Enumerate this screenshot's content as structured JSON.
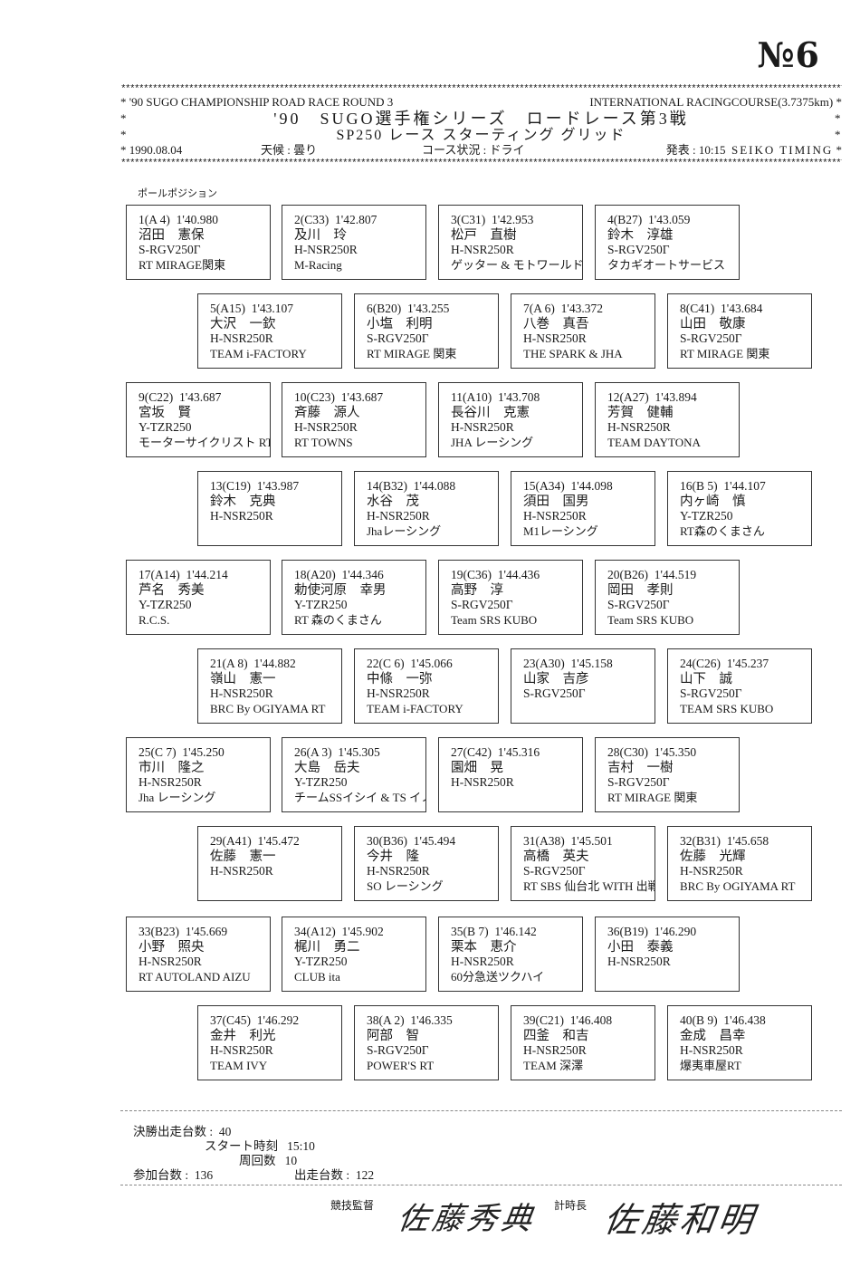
{
  "document_number": "№6",
  "border_char": "*",
  "header": {
    "event_en": "'90 SUGO CHAMPIONSHIP ROAD RACE ROUND 3",
    "course": "INTERNATIONAL RACINGCOURSE(3.7375km)",
    "title_jp": "'90　SUGO選手権シリーズ　ロードレース第3戦",
    "subtitle_jp": "SP250 レース スターティング グリッド",
    "date": "1990.08.04",
    "weather": "天候 : 曇り",
    "track_condition": "コース状況 : ドライ",
    "announced": "発表 : 10:15",
    "timing": "SEIKO TIMING"
  },
  "pole_label": "ポールポジション",
  "grid": [
    {
      "pos": "1",
      "car": "A 4",
      "time": "1'40.980",
      "rider": "沼田　憲保",
      "machine": "S-RGV250Γ",
      "team": "RT MIRAGE関東"
    },
    {
      "pos": "2",
      "car": "C33",
      "time": "1'42.807",
      "rider": "及川　玲",
      "machine": "H-NSR250R",
      "team": "M-Racing"
    },
    {
      "pos": "3",
      "car": "C31",
      "time": "1'42.953",
      "rider": "松戸　直樹",
      "machine": "H-NSR250R",
      "team": "ゲッター & モトワールド"
    },
    {
      "pos": "4",
      "car": "B27",
      "time": "1'43.059",
      "rider": "鈴木　淳雄",
      "machine": "S-RGV250Γ",
      "team": "タカギオートサービス"
    },
    {
      "pos": "5",
      "car": "A15",
      "time": "1'43.107",
      "rider": "大沢　一欽",
      "machine": "H-NSR250R",
      "team": "TEAM i-FACTORY"
    },
    {
      "pos": "6",
      "car": "B20",
      "time": "1'43.255",
      "rider": "小塩　利明",
      "machine": "S-RGV250Γ",
      "team": "RT MIRAGE 関東"
    },
    {
      "pos": "7",
      "car": "A 6",
      "time": "1'43.372",
      "rider": "八巻　真吾",
      "machine": "H-NSR250R",
      "team": "THE SPARK & JHA"
    },
    {
      "pos": "8",
      "car": "C41",
      "time": "1'43.684",
      "rider": "山田　敬康",
      "machine": "S-RGV250Γ",
      "team": "RT MIRAGE 関東"
    },
    {
      "pos": "9",
      "car": "C22",
      "time": "1'43.687",
      "rider": "宮坂　賢",
      "machine": "Y-TZR250",
      "team": "モーターサイクリスト RT"
    },
    {
      "pos": "10",
      "car": "C23",
      "time": "1'43.687",
      "rider": "斉藤　源人",
      "machine": "H-NSR250R",
      "team": "RT TOWNS"
    },
    {
      "pos": "11",
      "car": "A10",
      "time": "1'43.708",
      "rider": "長谷川　克憲",
      "machine": "H-NSR250R",
      "team": "JHA レーシング"
    },
    {
      "pos": "12",
      "car": "A27",
      "time": "1'43.894",
      "rider": "芳賀　健輔",
      "machine": "H-NSR250R",
      "team": "TEAM DAYTONA"
    },
    {
      "pos": "13",
      "car": "C19",
      "time": "1'43.987",
      "rider": "鈴木　克典",
      "machine": "H-NSR250R",
      "team": ""
    },
    {
      "pos": "14",
      "car": "B32",
      "time": "1'44.088",
      "rider": "水谷　茂",
      "machine": "H-NSR250R",
      "team": "Jhaレーシング"
    },
    {
      "pos": "15",
      "car": "A34",
      "time": "1'44.098",
      "rider": "須田　国男",
      "machine": "H-NSR250R",
      "team": "M1レーシング"
    },
    {
      "pos": "16",
      "car": "B 5",
      "time": "1'44.107",
      "rider": "内ヶ崎　慎",
      "machine": "Y-TZR250",
      "team": "RT森のくまさん"
    },
    {
      "pos": "17",
      "car": "A14",
      "time": "1'44.214",
      "rider": "芦名　秀美",
      "machine": "Y-TZR250",
      "team": "R.C.S."
    },
    {
      "pos": "18",
      "car": "A20",
      "time": "1'44.346",
      "rider": "勅使河原　幸男",
      "machine": "Y-TZR250",
      "team": "RT 森のくまさん"
    },
    {
      "pos": "19",
      "car": "C36",
      "time": "1'44.436",
      "rider": "高野　淳",
      "machine": "S-RGV250Γ",
      "team": "Team SRS KUBO"
    },
    {
      "pos": "20",
      "car": "B26",
      "time": "1'44.519",
      "rider": "岡田　孝則",
      "machine": "S-RGV250Γ",
      "team": "Team SRS KUBO"
    },
    {
      "pos": "21",
      "car": "A 8",
      "time": "1'44.882",
      "rider": "嶺山　憲一",
      "machine": "H-NSR250R",
      "team": "BRC By OGIYAMA RT"
    },
    {
      "pos": "22",
      "car": "C 6",
      "time": "1'45.066",
      "rider": "中條　一弥",
      "machine": "H-NSR250R",
      "team": "TEAM i-FACTORY"
    },
    {
      "pos": "23",
      "car": "A30",
      "time": "1'45.158",
      "rider": "山家　吉彦",
      "machine": "S-RGV250Γ",
      "team": ""
    },
    {
      "pos": "24",
      "car": "C26",
      "time": "1'45.237",
      "rider": "山下　誠",
      "machine": "S-RGV250Γ",
      "team": "TEAM SRS KUBO"
    },
    {
      "pos": "25",
      "car": "C 7",
      "time": "1'45.250",
      "rider": "市川　隆之",
      "machine": "H-NSR250R",
      "team": "Jha レーシング"
    },
    {
      "pos": "26",
      "car": "A 3",
      "time": "1'45.305",
      "rider": "大島　岳夫",
      "machine": "Y-TZR250",
      "team": "チームSSイシイ & TS イノウエ"
    },
    {
      "pos": "27",
      "car": "C42",
      "time": "1'45.316",
      "rider": "園畑　晃",
      "machine": "H-NSR250R",
      "team": ""
    },
    {
      "pos": "28",
      "car": "C30",
      "time": "1'45.350",
      "rider": "吉村　一樹",
      "machine": "S-RGV250Γ",
      "team": "RT MIRAGE 関東"
    },
    {
      "pos": "29",
      "car": "A41",
      "time": "1'45.472",
      "rider": "佐藤　憲一",
      "machine": "H-NSR250R",
      "team": ""
    },
    {
      "pos": "30",
      "car": "B36",
      "time": "1'45.494",
      "rider": "今井　隆",
      "machine": "H-NSR250R",
      "team": "SO レーシング"
    },
    {
      "pos": "31",
      "car": "A38",
      "time": "1'45.501",
      "rider": "高橋　英夫",
      "machine": "S-RGV250Γ",
      "team": "RT SBS 仙台北 WITH 出戦ｮ"
    },
    {
      "pos": "32",
      "car": "B31",
      "time": "1'45.658",
      "rider": "佐藤　光輝",
      "machine": "H-NSR250R",
      "team": "BRC By OGIYAMA RT"
    },
    {
      "pos": "33",
      "car": "B23",
      "time": "1'45.669",
      "rider": "小野　照央",
      "machine": "H-NSR250R",
      "team": "RT AUTOLAND AIZU"
    },
    {
      "pos": "34",
      "car": "A12",
      "time": "1'45.902",
      "rider": "梶川　勇二",
      "machine": "Y-TZR250",
      "team": "CLUB ita"
    },
    {
      "pos": "35",
      "car": "B 7",
      "time": "1'46.142",
      "rider": "栗本　恵介",
      "machine": "H-NSR250R",
      "team": "60分急送ツクハイ"
    },
    {
      "pos": "36",
      "car": "B19",
      "time": "1'46.290",
      "rider": "小田　泰義",
      "machine": "H-NSR250R",
      "team": ""
    },
    {
      "pos": "37",
      "car": "C45",
      "time": "1'46.292",
      "rider": "金井　利光",
      "machine": "H-NSR250R",
      "team": "TEAM IVY"
    },
    {
      "pos": "38",
      "car": "A 2",
      "time": "1'46.335",
      "rider": "阿部　智",
      "machine": "S-RGV250Γ",
      "team": "POWER'S RT"
    },
    {
      "pos": "39",
      "car": "C21",
      "time": "1'46.408",
      "rider": "四釜　和吉",
      "machine": "H-NSR250R",
      "team": "TEAM 深澤"
    },
    {
      "pos": "40",
      "car": "B 9",
      "time": "1'46.438",
      "rider": "金成　昌幸",
      "machine": "H-NSR250R",
      "team": "爆夷車屋RT"
    }
  ],
  "summary": {
    "finalists_label": "決勝出走台数 :",
    "finalists": "40",
    "start_time_label": "スタート時刻",
    "start_time": "15:10",
    "laps_label": "周回数",
    "laps": "10",
    "entries_label": "参加台数 :",
    "entries": "136",
    "starters_label": "出走台数 :",
    "starters": "122"
  },
  "signatures": {
    "steward_label": "競技監督",
    "steward_signature": "佐藤秀典",
    "timekeeper_label": "計時長",
    "timekeeper_signature": "佐藤和明"
  }
}
